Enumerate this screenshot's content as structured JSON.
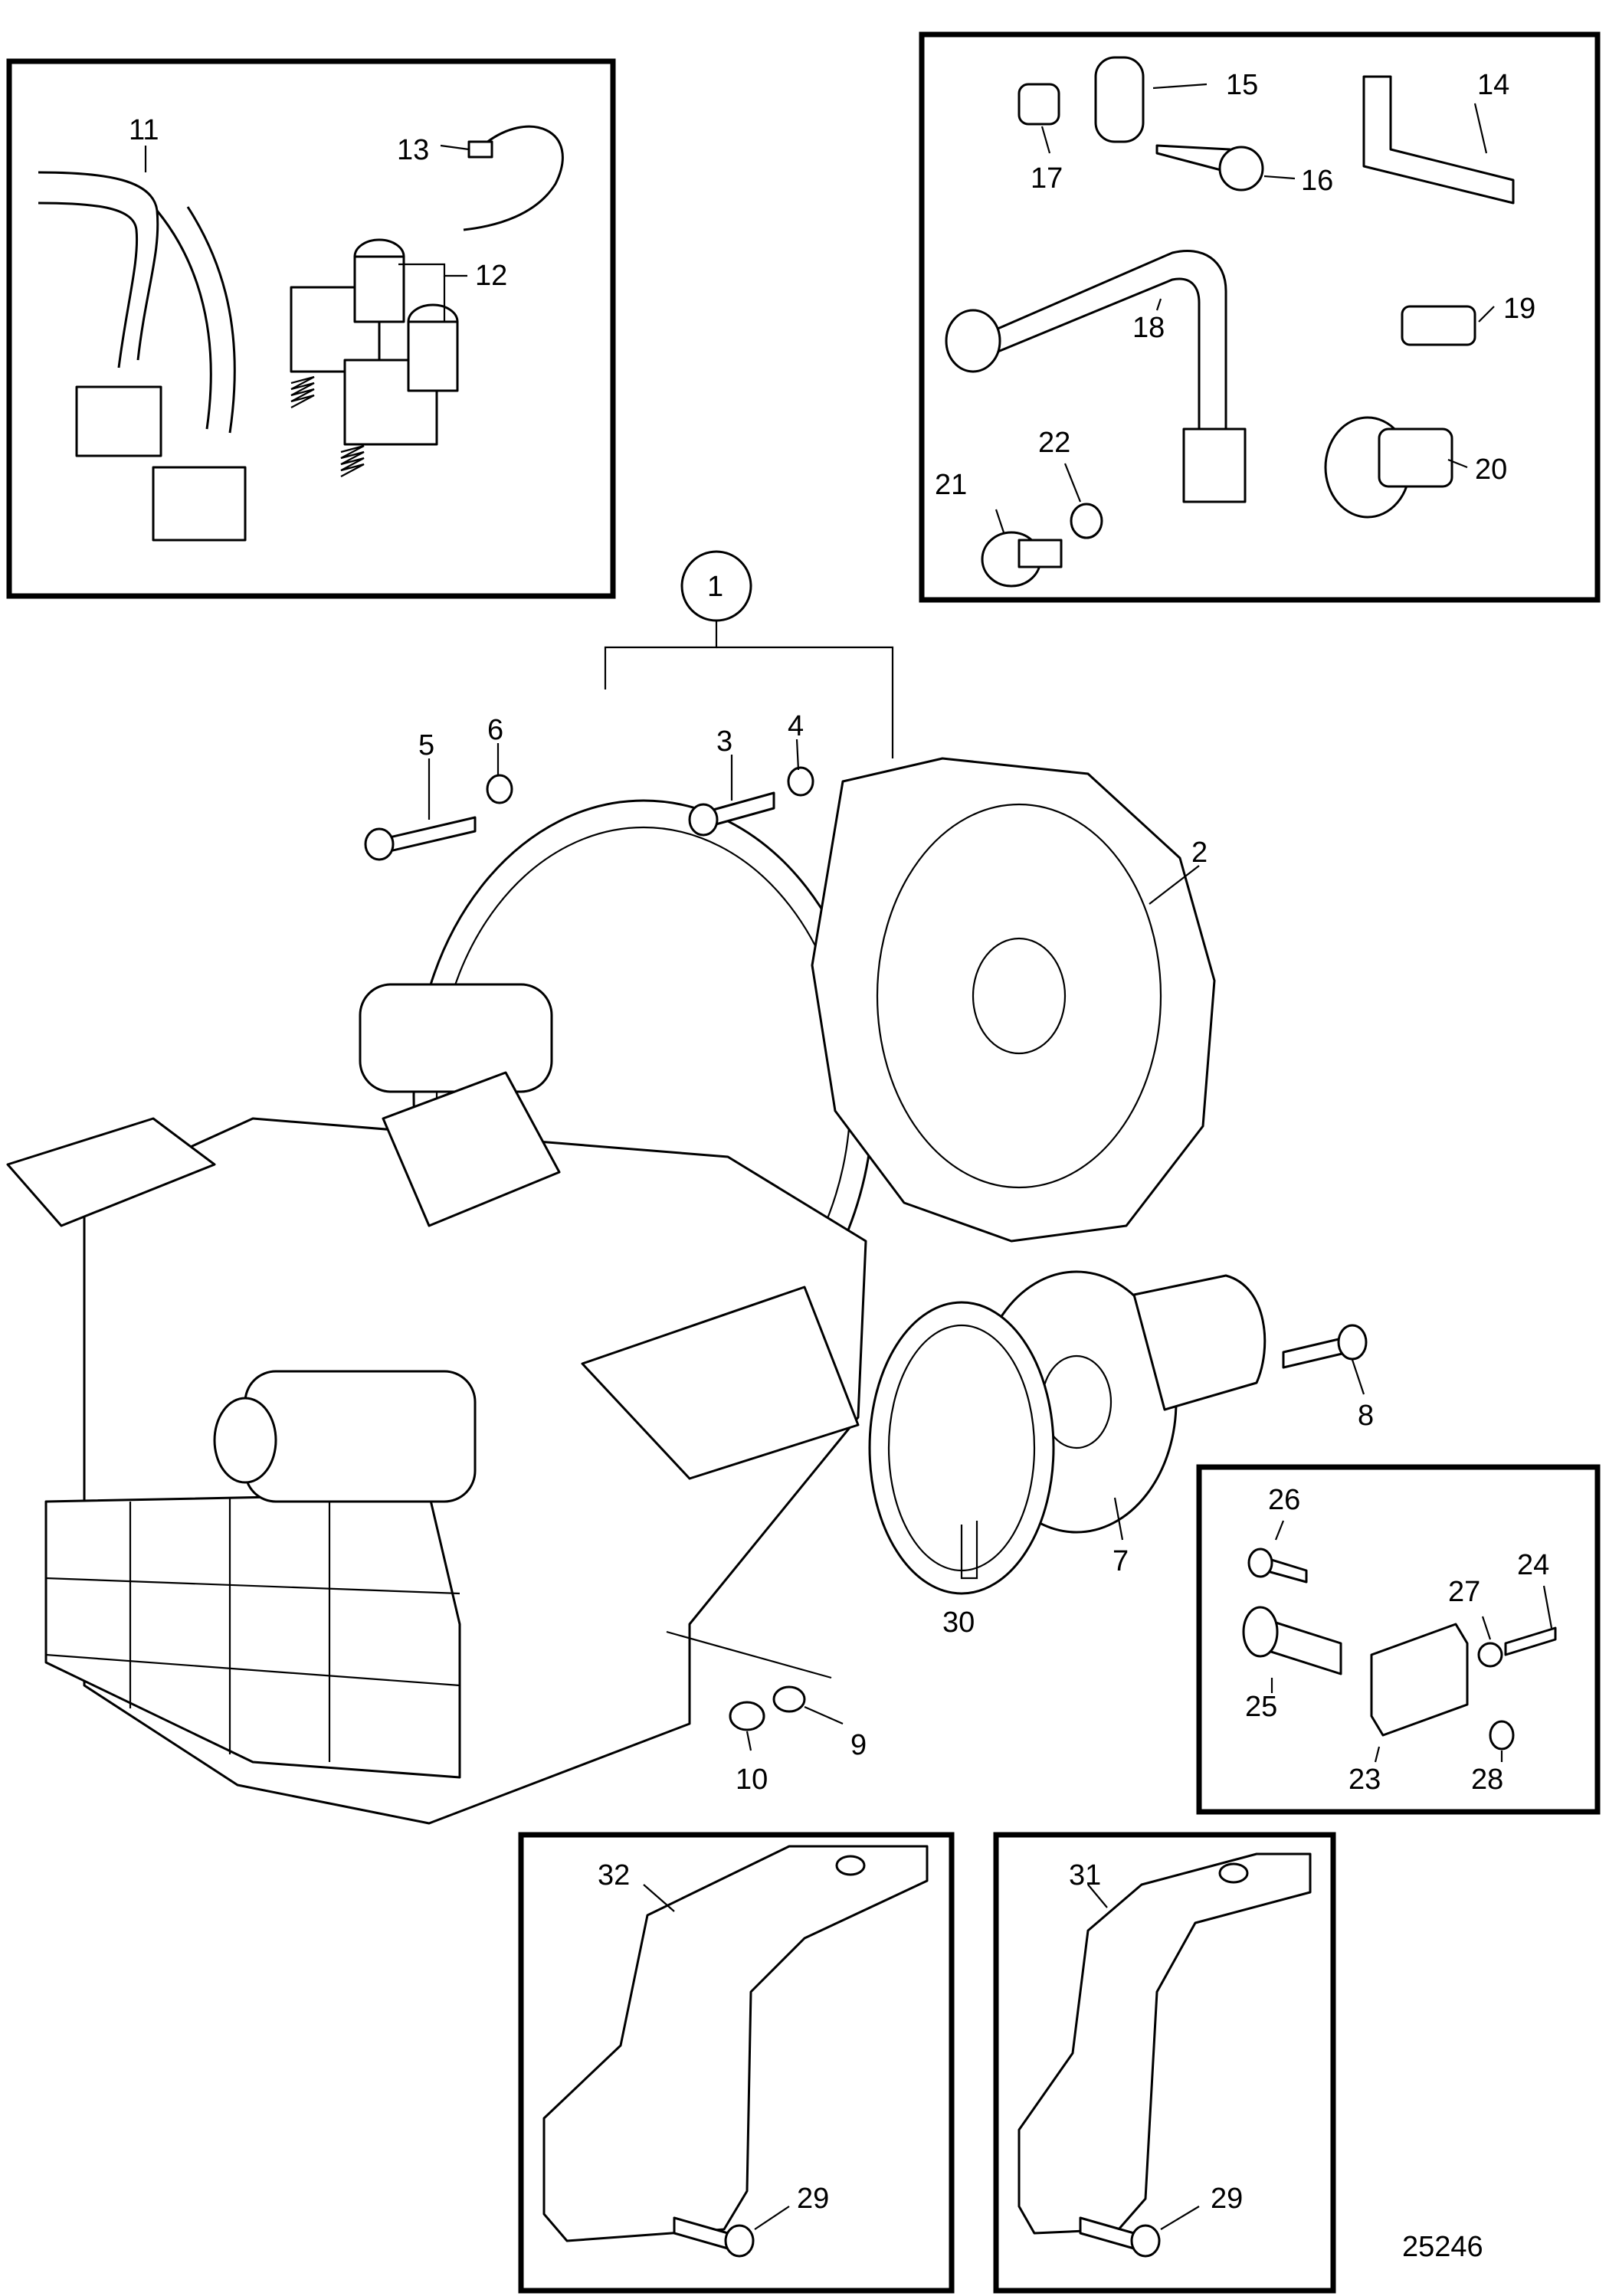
{
  "diagram": {
    "drawing_number": "25246",
    "assembly_callout": "1",
    "callouts": {
      "c2": "2",
      "c3": "3",
      "c4": "4",
      "c5": "5",
      "c6": "6",
      "c7": "7",
      "c8": "8",
      "c9": "9",
      "c10": "10",
      "c11": "11",
      "c12": "12",
      "c13": "13",
      "c14": "14",
      "c15": "15",
      "c16": "16",
      "c17": "17",
      "c18": "18",
      "c19": "19",
      "c20": "20",
      "c21": "21",
      "c22": "22",
      "c23": "23",
      "c24": "24",
      "c25": "25",
      "c26": "26",
      "c27": "27",
      "c28": "28",
      "c29a": "29",
      "c29b": "29",
      "c30": "30",
      "c31": "31",
      "c32": "32"
    }
  }
}
